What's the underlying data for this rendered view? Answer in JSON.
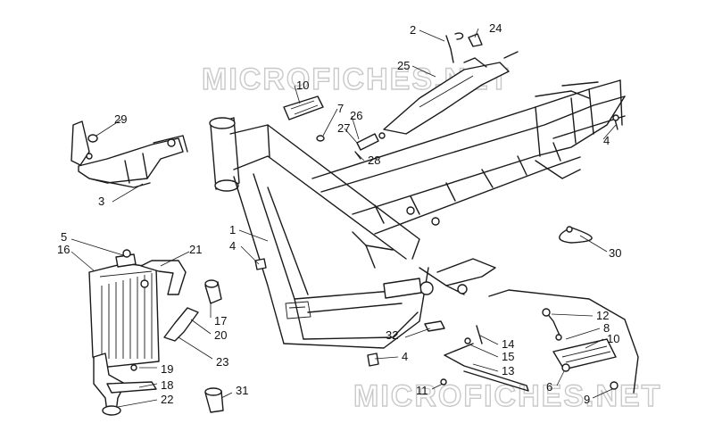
{
  "watermark": {
    "top": "MICROFICHES.NET",
    "bottom": "MICROFICHES.NET"
  },
  "callouts": {
    "n1": "1",
    "n2": "2",
    "n3": "3",
    "n4a": "4",
    "n4b": "4",
    "n4c": "4",
    "n5": "5",
    "n6": "6",
    "n7": "7",
    "n8": "8",
    "n9": "9",
    "n10a": "10",
    "n10b": "10",
    "n11": "11",
    "n12": "12",
    "n13": "13",
    "n14": "14",
    "n15": "15",
    "n16": "16",
    "n17": "17",
    "n18": "18",
    "n19": "19",
    "n20": "20",
    "n21": "21",
    "n22": "22",
    "n23": "23",
    "n24": "24",
    "n25": "25",
    "n26": "26",
    "n27": "27",
    "n28": "28",
    "n29": "29",
    "n30": "30",
    "n31": "31",
    "n32": "32"
  }
}
